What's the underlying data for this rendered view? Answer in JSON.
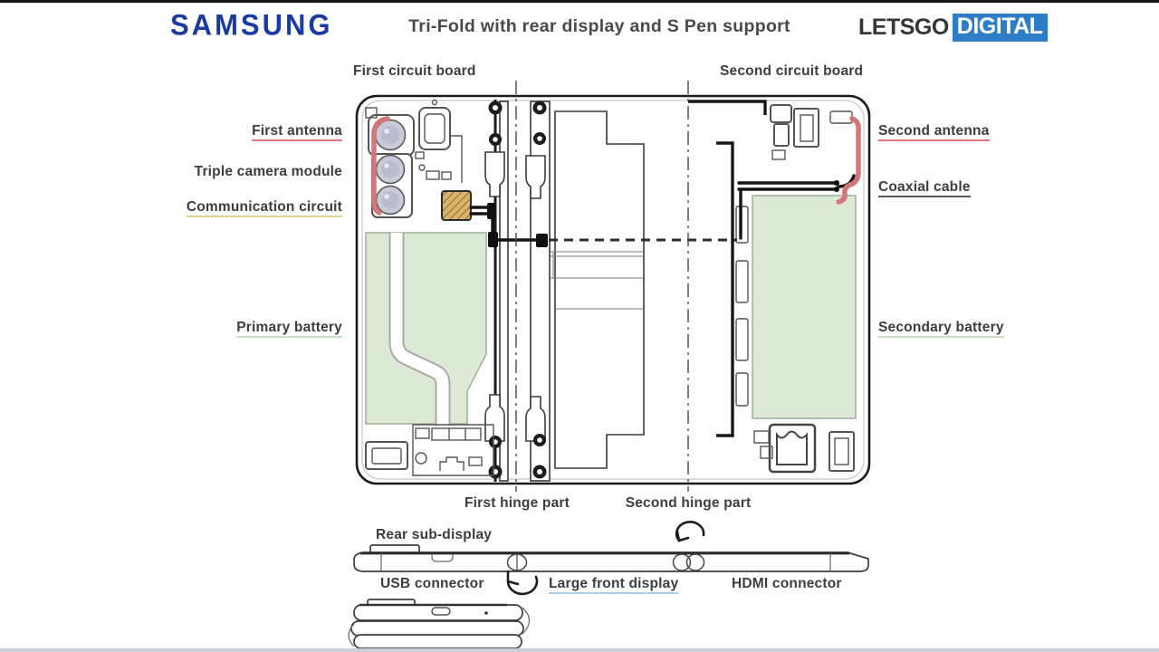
{
  "header": {
    "brand": "SAMSUNG",
    "title": "Tri-Fold with rear display and S Pen support",
    "logo": {
      "part1": "LETSGO",
      "part2": "DIGITAL"
    }
  },
  "labels": {
    "first_circuit_board": "First circuit board",
    "second_circuit_board": "Second circuit board",
    "first_antenna": "First antenna",
    "triple_camera_module": "Triple camera module",
    "communication_circuit": "Communication circuit",
    "primary_battery": "Primary battery",
    "second_antenna": "Second antenna",
    "coaxial_cable": "Coaxial cable",
    "secondary_battery": "Secondary battery",
    "first_hinge_part": "First hinge part",
    "second_hinge_part": "Second hinge part",
    "rear_sub_display": "Rear sub-display",
    "usb_connector": "USB connector",
    "large_front_display": "Large front display",
    "hdmi_connector": "HDMI connector"
  },
  "colors": {
    "samsung_blue": "#1b3aa2",
    "letsgo_blue": "#2e7ec7",
    "letsgo_dark": "#363636",
    "title_gray": "#4a4a4a",
    "label_gray": "#3d3d3d",
    "antenna_red": "#d4777a",
    "battery_green": "#dcead5",
    "comm_yellow": "#d9b36a",
    "underline_red": "#e0787c",
    "underline_yellow": "#e8cf8e",
    "underline_green": "#cbe0c3",
    "underline_blue": "#a8cfe8",
    "underline_dark": "#555555"
  }
}
